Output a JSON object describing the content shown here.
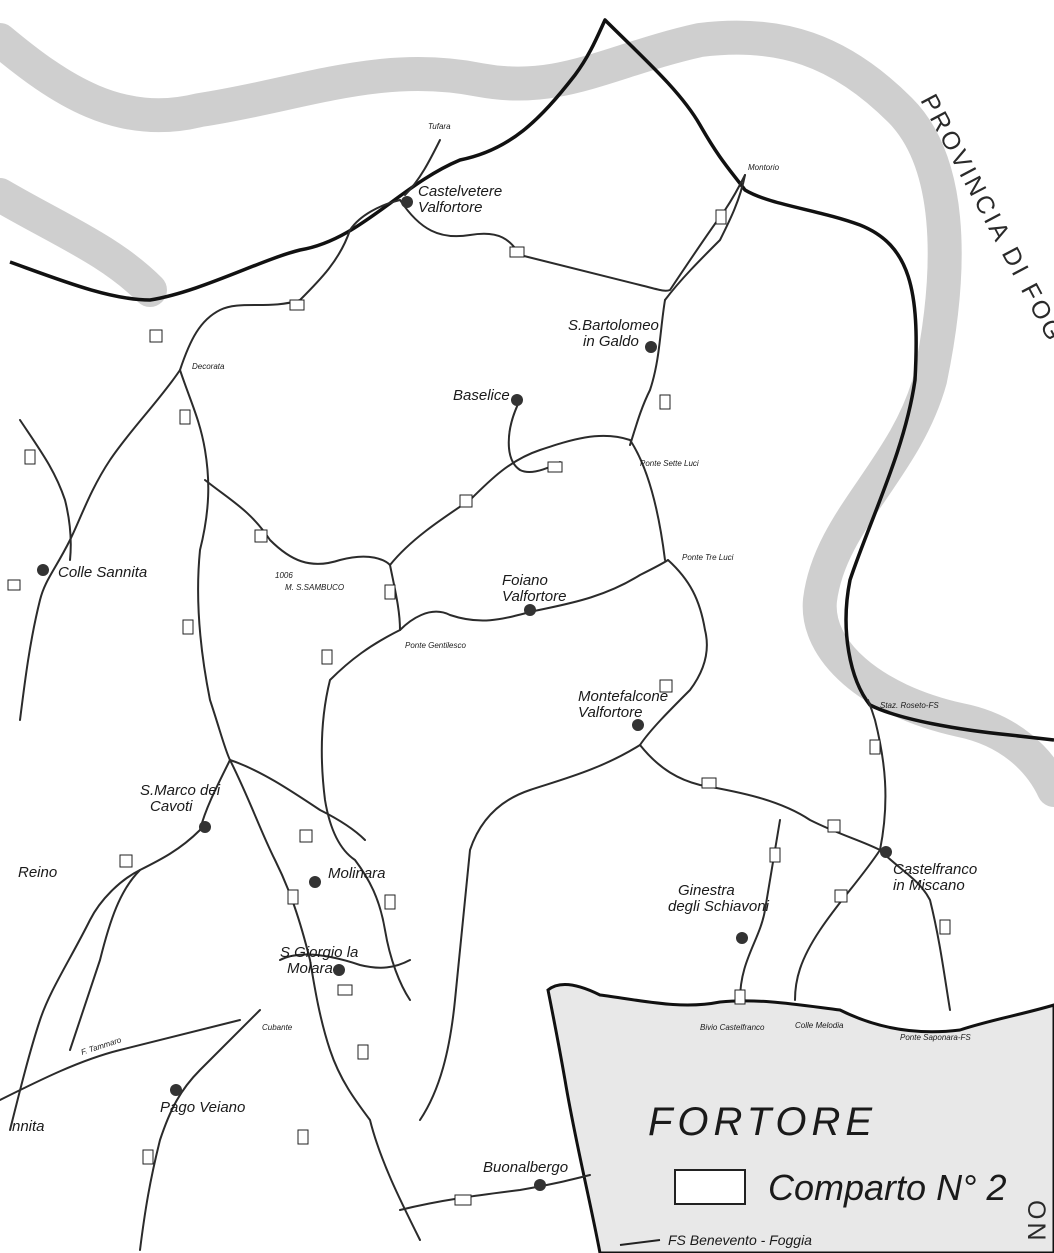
{
  "province_label": "PROVINCIA DI FOG",
  "province_label_bottom": "ON",
  "legend": {
    "title": "FORTORE",
    "comparto_label": "Comparto N° 2",
    "rail_label": "FS Benevento - Foggia"
  },
  "towns": [
    {
      "id": "castelvetere",
      "line1": "Castelvetere",
      "line2": "Valfortore"
    },
    {
      "id": "sbartolomeo",
      "line1": "S.Bartolomeo",
      "line2": "in Galdo"
    },
    {
      "id": "baselice",
      "line1": "Baselice",
      "line2": ""
    },
    {
      "id": "collesannita",
      "line1": "Colle Sannita",
      "line2": ""
    },
    {
      "id": "foiano",
      "line1": "Foiano",
      "line2": "Valfortore"
    },
    {
      "id": "montefalcone",
      "line1": "Montefalcone",
      "line2": "Valfortore"
    },
    {
      "id": "smarco",
      "line1": "S.Marco dei",
      "line2": "Cavoti"
    },
    {
      "id": "molinara",
      "line1": "Molinara",
      "line2": ""
    },
    {
      "id": "sgiorgio",
      "line1": "S.Giorgio la",
      "line2": "Molara"
    },
    {
      "id": "ginestra",
      "line1": "Ginestra",
      "line2": "degli Schiavoni"
    },
    {
      "id": "castelfranco",
      "line1": "Castelfranco",
      "line2": "in Miscano"
    },
    {
      "id": "pagoveiano",
      "line1": "Pago Veiano",
      "line2": ""
    },
    {
      "id": "buonalbergo",
      "line1": "Buonalbergo",
      "line2": ""
    },
    {
      "id": "reino",
      "line1": "Reino",
      "line2": ""
    },
    {
      "id": "pescolamazza",
      "line1": "nnita",
      "line2": ""
    }
  ],
  "small_labels": {
    "montorio": "Montorio",
    "tufara": "Tufara",
    "decorata": "Decorata",
    "ponte_sette_luci": "Ponte Sette Luci",
    "ponte_tre_luci": "Ponte Tre Luci",
    "mt_sambuco": "M. S.SAMBUCO",
    "quota": "1006",
    "ponte_gentile": "Ponte Gentilesco",
    "stazione_roseto": "Staz. Roseto-FS",
    "bivio_castelfranco": "Bivio Castelfranco",
    "mt_melodia": "Colle Melodia",
    "ponte_sapienza": "Ponte Saponara-FS",
    "f_tammaro": "F. Tammaro",
    "cubante": "Cubante"
  },
  "colors": {
    "river": "#cfcfcf",
    "road": "#2b2b2b",
    "border": "#111111",
    "province_fill": "#e8e8e8"
  }
}
